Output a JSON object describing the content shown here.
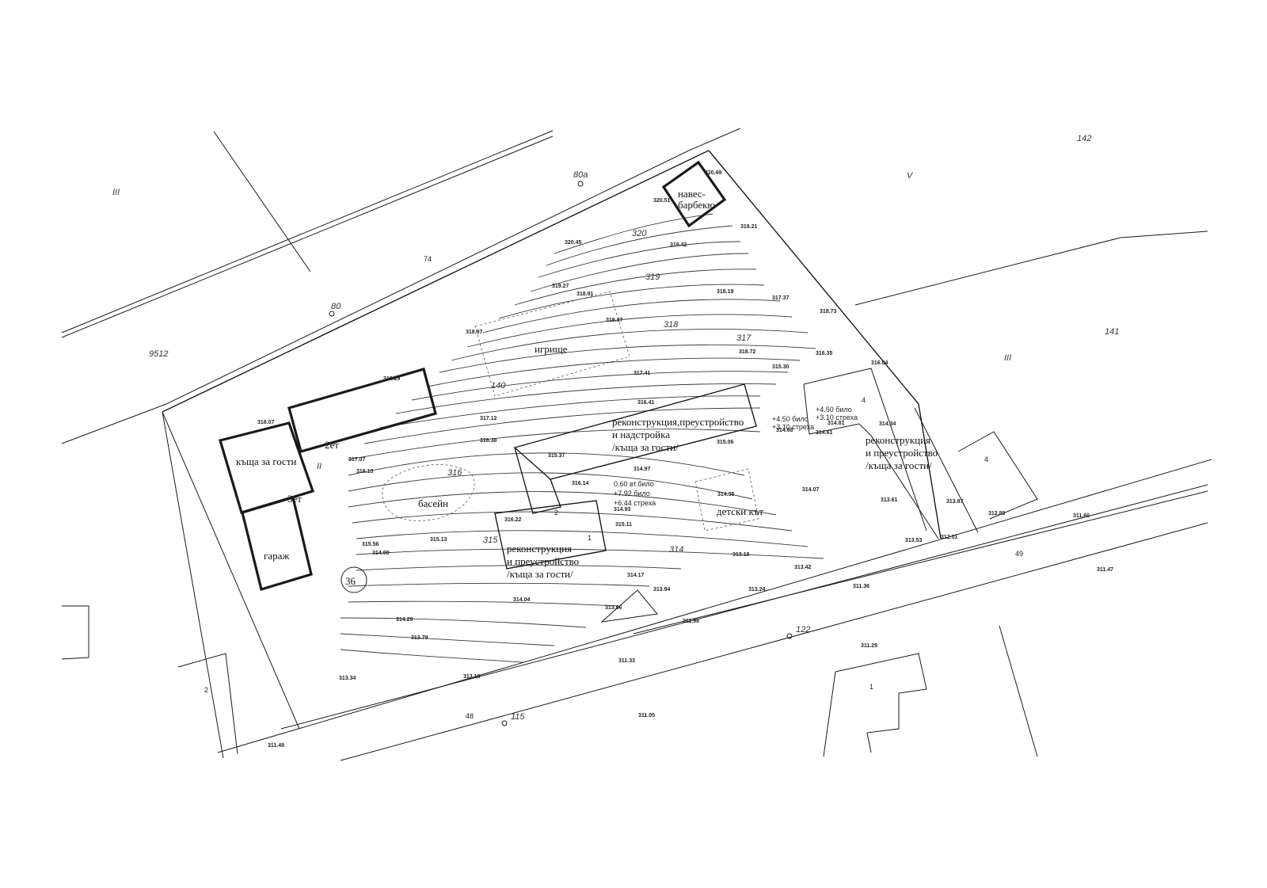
{
  "quarters": [
    "III",
    "V",
    "III",
    "II"
  ],
  "parcels": [
    "142",
    "141",
    "74",
    "9512",
    "140",
    "49",
    "48",
    "1",
    "2",
    "4",
    "4",
    "2",
    "1"
  ],
  "streets": [
    "80",
    "80а",
    "122",
    "115"
  ],
  "plot_number": "36",
  "contours": [
    "320",
    "319",
    "318",
    "317",
    "316",
    "315",
    "314"
  ],
  "buildings": {
    "bbq": [
      "навес-",
      "барбекю"
    ],
    "guest_house": "къща за гости",
    "floors_2": "2ет",
    "floors_3": "3ет",
    "garage": "гараж",
    "pool": "басейн",
    "playground": "игрище",
    "kids_corner": "детски кът",
    "recon_top": [
      "реконструкция,преустройство",
      "и надстройка",
      "/къща за гости/"
    ],
    "recon_mid": [
      "реконструкция",
      "и преустройство",
      "/къща за гости/"
    ],
    "recon_right": [
      "реконструкция",
      "и преустройство",
      "/къща за гости/"
    ]
  },
  "heights_mid": [
    "0.60  вт.било",
    "+7.92  било",
    "+6.44  стреха"
  ],
  "heights_right": [
    "+4.50  било",
    "+3.10  стреха"
  ],
  "heights_right_b": [
    "+4.50  било",
    "+3.10  стреха"
  ],
  "elevations": {
    "e1": "320.69",
    "e2": "320.51",
    "e3": "319.21",
    "e4": "320.45",
    "e5": "319.42",
    "e6": "319.27",
    "e7": "318.91",
    "e8": "318.19",
    "e9": "317.37",
    "e10": "318.37",
    "e11": "318.73",
    "e12": "318.97",
    "e13": "318.72",
    "e14": "316.35",
    "e15": "317.41",
    "e16": "316.04",
    "e17": "315.30",
    "e18": "318.29",
    "e19": "316.41",
    "e20": "318.07",
    "e21": "317.12",
    "e22": "316.38",
    "e23": "317.07",
    "e24": "316.13",
    "e25": "315.37",
    "e26": "314.97",
    "e27": "316.14",
    "e28": "314.93",
    "e29": "315.11",
    "e30": "316.22",
    "e31": "315.06",
    "e32": "314.68",
    "e33": "314.81",
    "e34": "314.61",
    "e35": "314.34",
    "e36": "314.35",
    "e37": "314.07",
    "e38": "313.61",
    "e39": "313.87",
    "e40": "312.89",
    "e41": "311.60",
    "e42": "313.53",
    "e43": "312.01",
    "e44": "315.56",
    "e45": "314.98",
    "e46": "315.13",
    "e47": "313.18",
    "e48": "313.42",
    "e49": "314.17",
    "e50": "313.94",
    "e51": "313.24",
    "e52": "314.04",
    "e53": "313.86",
    "e54": "311.98",
    "e55": "311.36",
    "e56": "311.47",
    "e57": "314.29",
    "e58": "313.79",
    "e59": "311.29",
    "e60": "311.33",
    "e61": "313.34",
    "e62": "313.10",
    "e63": "311.05",
    "e64": "311.49"
  }
}
